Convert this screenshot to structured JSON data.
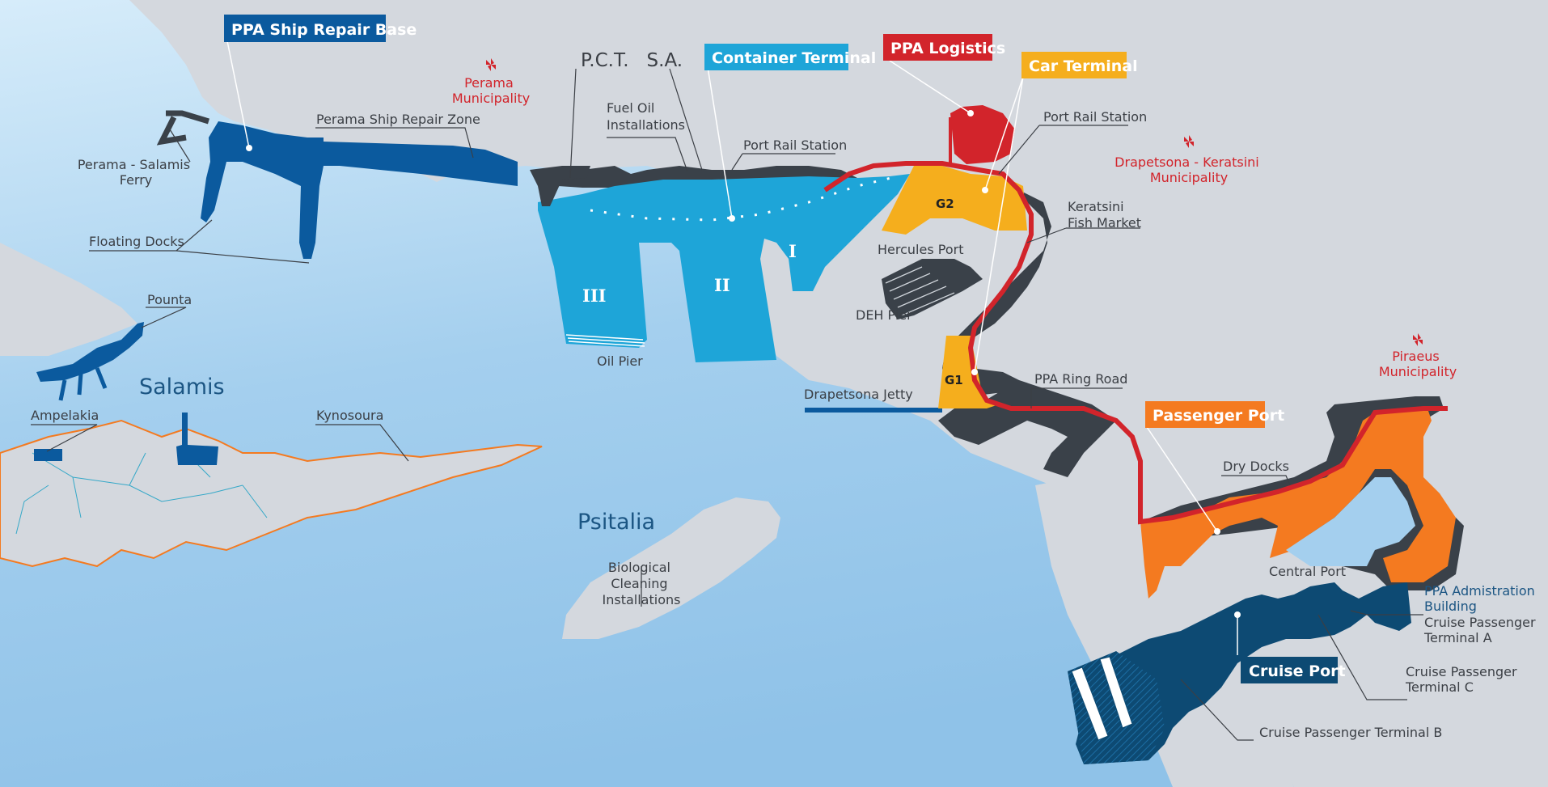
{
  "colors": {
    "sea_light": "#a9d2ef",
    "land": "#d4d8de",
    "port_dark": "#3a4149",
    "container_blue": "#1ea5d8",
    "ship_repair_blue": "#0b5a9e",
    "ppa_logistics_red": "#d2242b",
    "car_terminal_yellow": "#f5ae1d",
    "passenger_orange": "#f47a20",
    "cruise_navy": "#0d4a73",
    "municipality_red": "#d2242b"
  },
  "tags": {
    "ship_repair_base": "PPA Ship Repair Base",
    "container_terminal": "Container Terminal",
    "ppa_logistics": "PPA Logistics",
    "car_terminal": "Car Terminal",
    "passenger_port": "Passenger Port",
    "cruise_port": "Cruise Port"
  },
  "municipalities": {
    "perama": [
      "Perama",
      "Municipality"
    ],
    "drapetsona": [
      "Drapetsona - Keratsini",
      "Municipality"
    ],
    "piraeus": [
      "Piraeus",
      "Municipality"
    ]
  },
  "areas": {
    "salamis": "Salamis",
    "psitalia": "Psitalia",
    "pct": "P.C.T.   S.A."
  },
  "labels": {
    "perama_repair_zone": "Perama Ship Repair Zone",
    "perama_ferry": [
      "Perama - Salamis",
      "Ferry"
    ],
    "floating_docks": "Floating Docks",
    "pounta": "Pounta",
    "ampelakia": "Ampelakia",
    "kynosoura": "Kynosoura",
    "fuel_oil": [
      "Fuel Oil",
      "Installations"
    ],
    "port_rail_station_1": "Port Rail Station",
    "port_rail_station_2": "Port Rail Station",
    "keratsini": [
      "Keratsini",
      "Fish Market"
    ],
    "hercules": "Hercules Port",
    "deh": "DEH Pier",
    "oil_pier": "Oil Pier",
    "drapetsona_jetty": "Drapetsona Jetty",
    "ring_road": "PPA Ring Road",
    "dry_docks": "Dry Docks",
    "central_port": "Central Port",
    "ppa_admin": [
      "PPA Admistration",
      "Building"
    ],
    "cruise_a": [
      "Cruise Passenger",
      "Terminal A"
    ],
    "cruise_c": [
      "Cruise Passenger",
      "Terminal C"
    ],
    "cruise_b": "Cruise Passenger Terminal B",
    "bio_cleaning": [
      "Biological",
      "Cleaning",
      "Installations"
    ]
  },
  "piers": {
    "p1": "I",
    "p2": "II",
    "p3": "III"
  },
  "gates": {
    "g1": "G1",
    "g2": "G2"
  }
}
